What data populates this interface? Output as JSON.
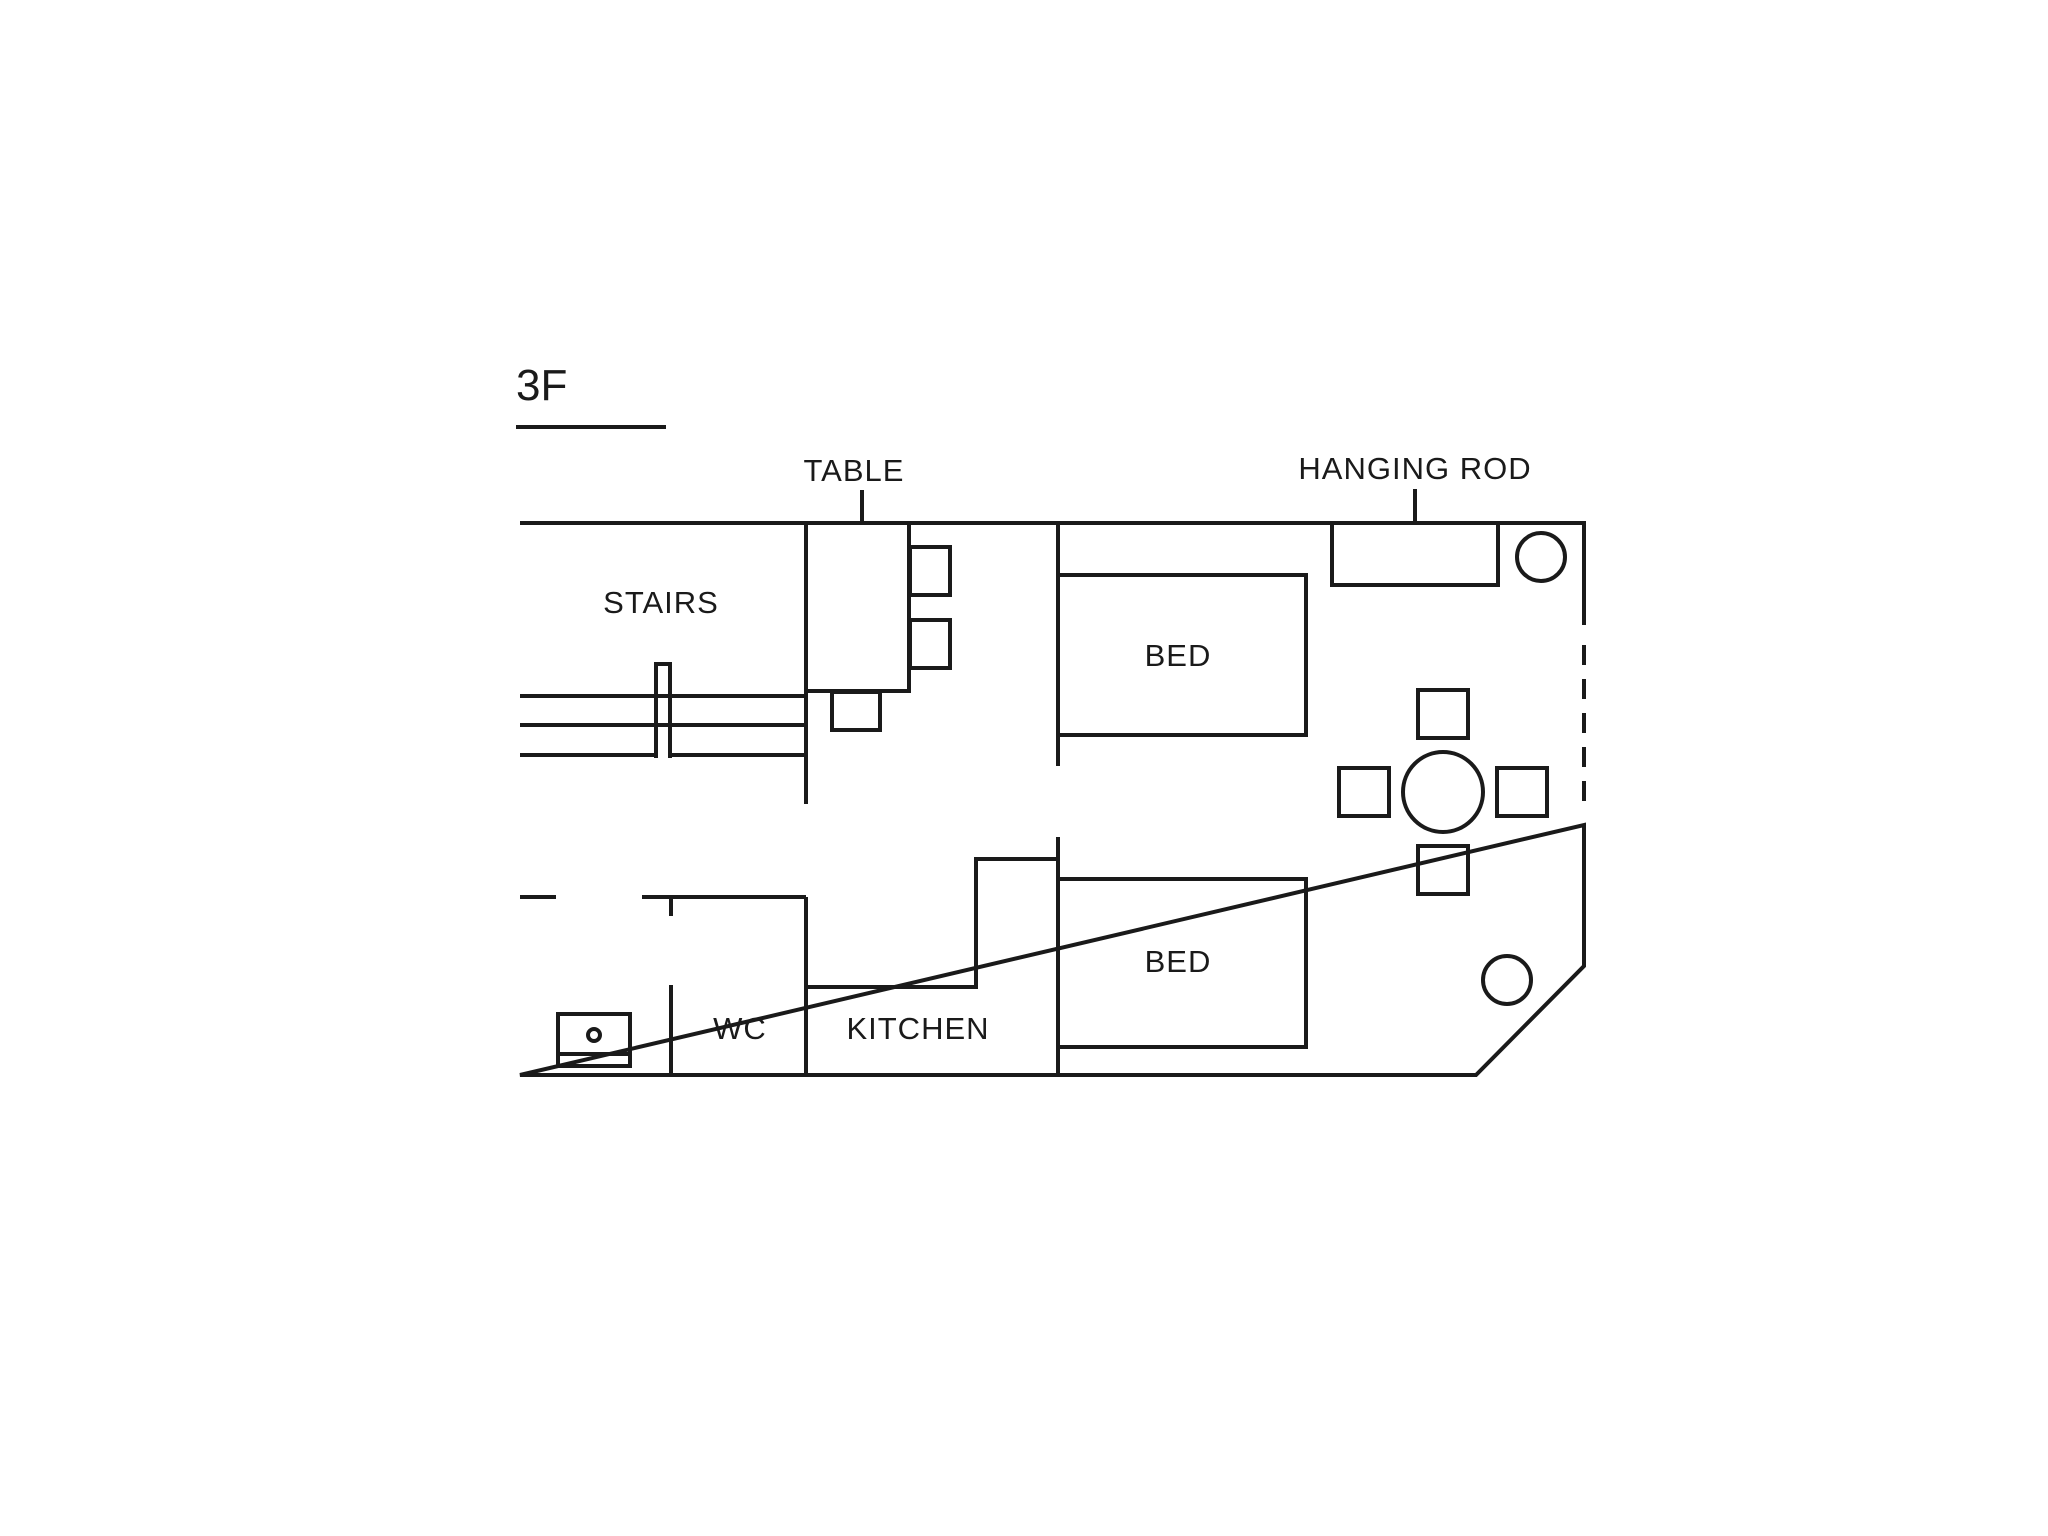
{
  "floor": {
    "label": "3F"
  },
  "labels": {
    "table": "TABLE",
    "hanging_rod": "HANGING ROD",
    "stairs": "STAIRS",
    "bed_upper": "BED",
    "bed_lower": "BED",
    "wc": "WC",
    "kitchen": "KITCHEN"
  },
  "colors": {
    "line": "#1a1a1a",
    "background": "#ffffff"
  }
}
